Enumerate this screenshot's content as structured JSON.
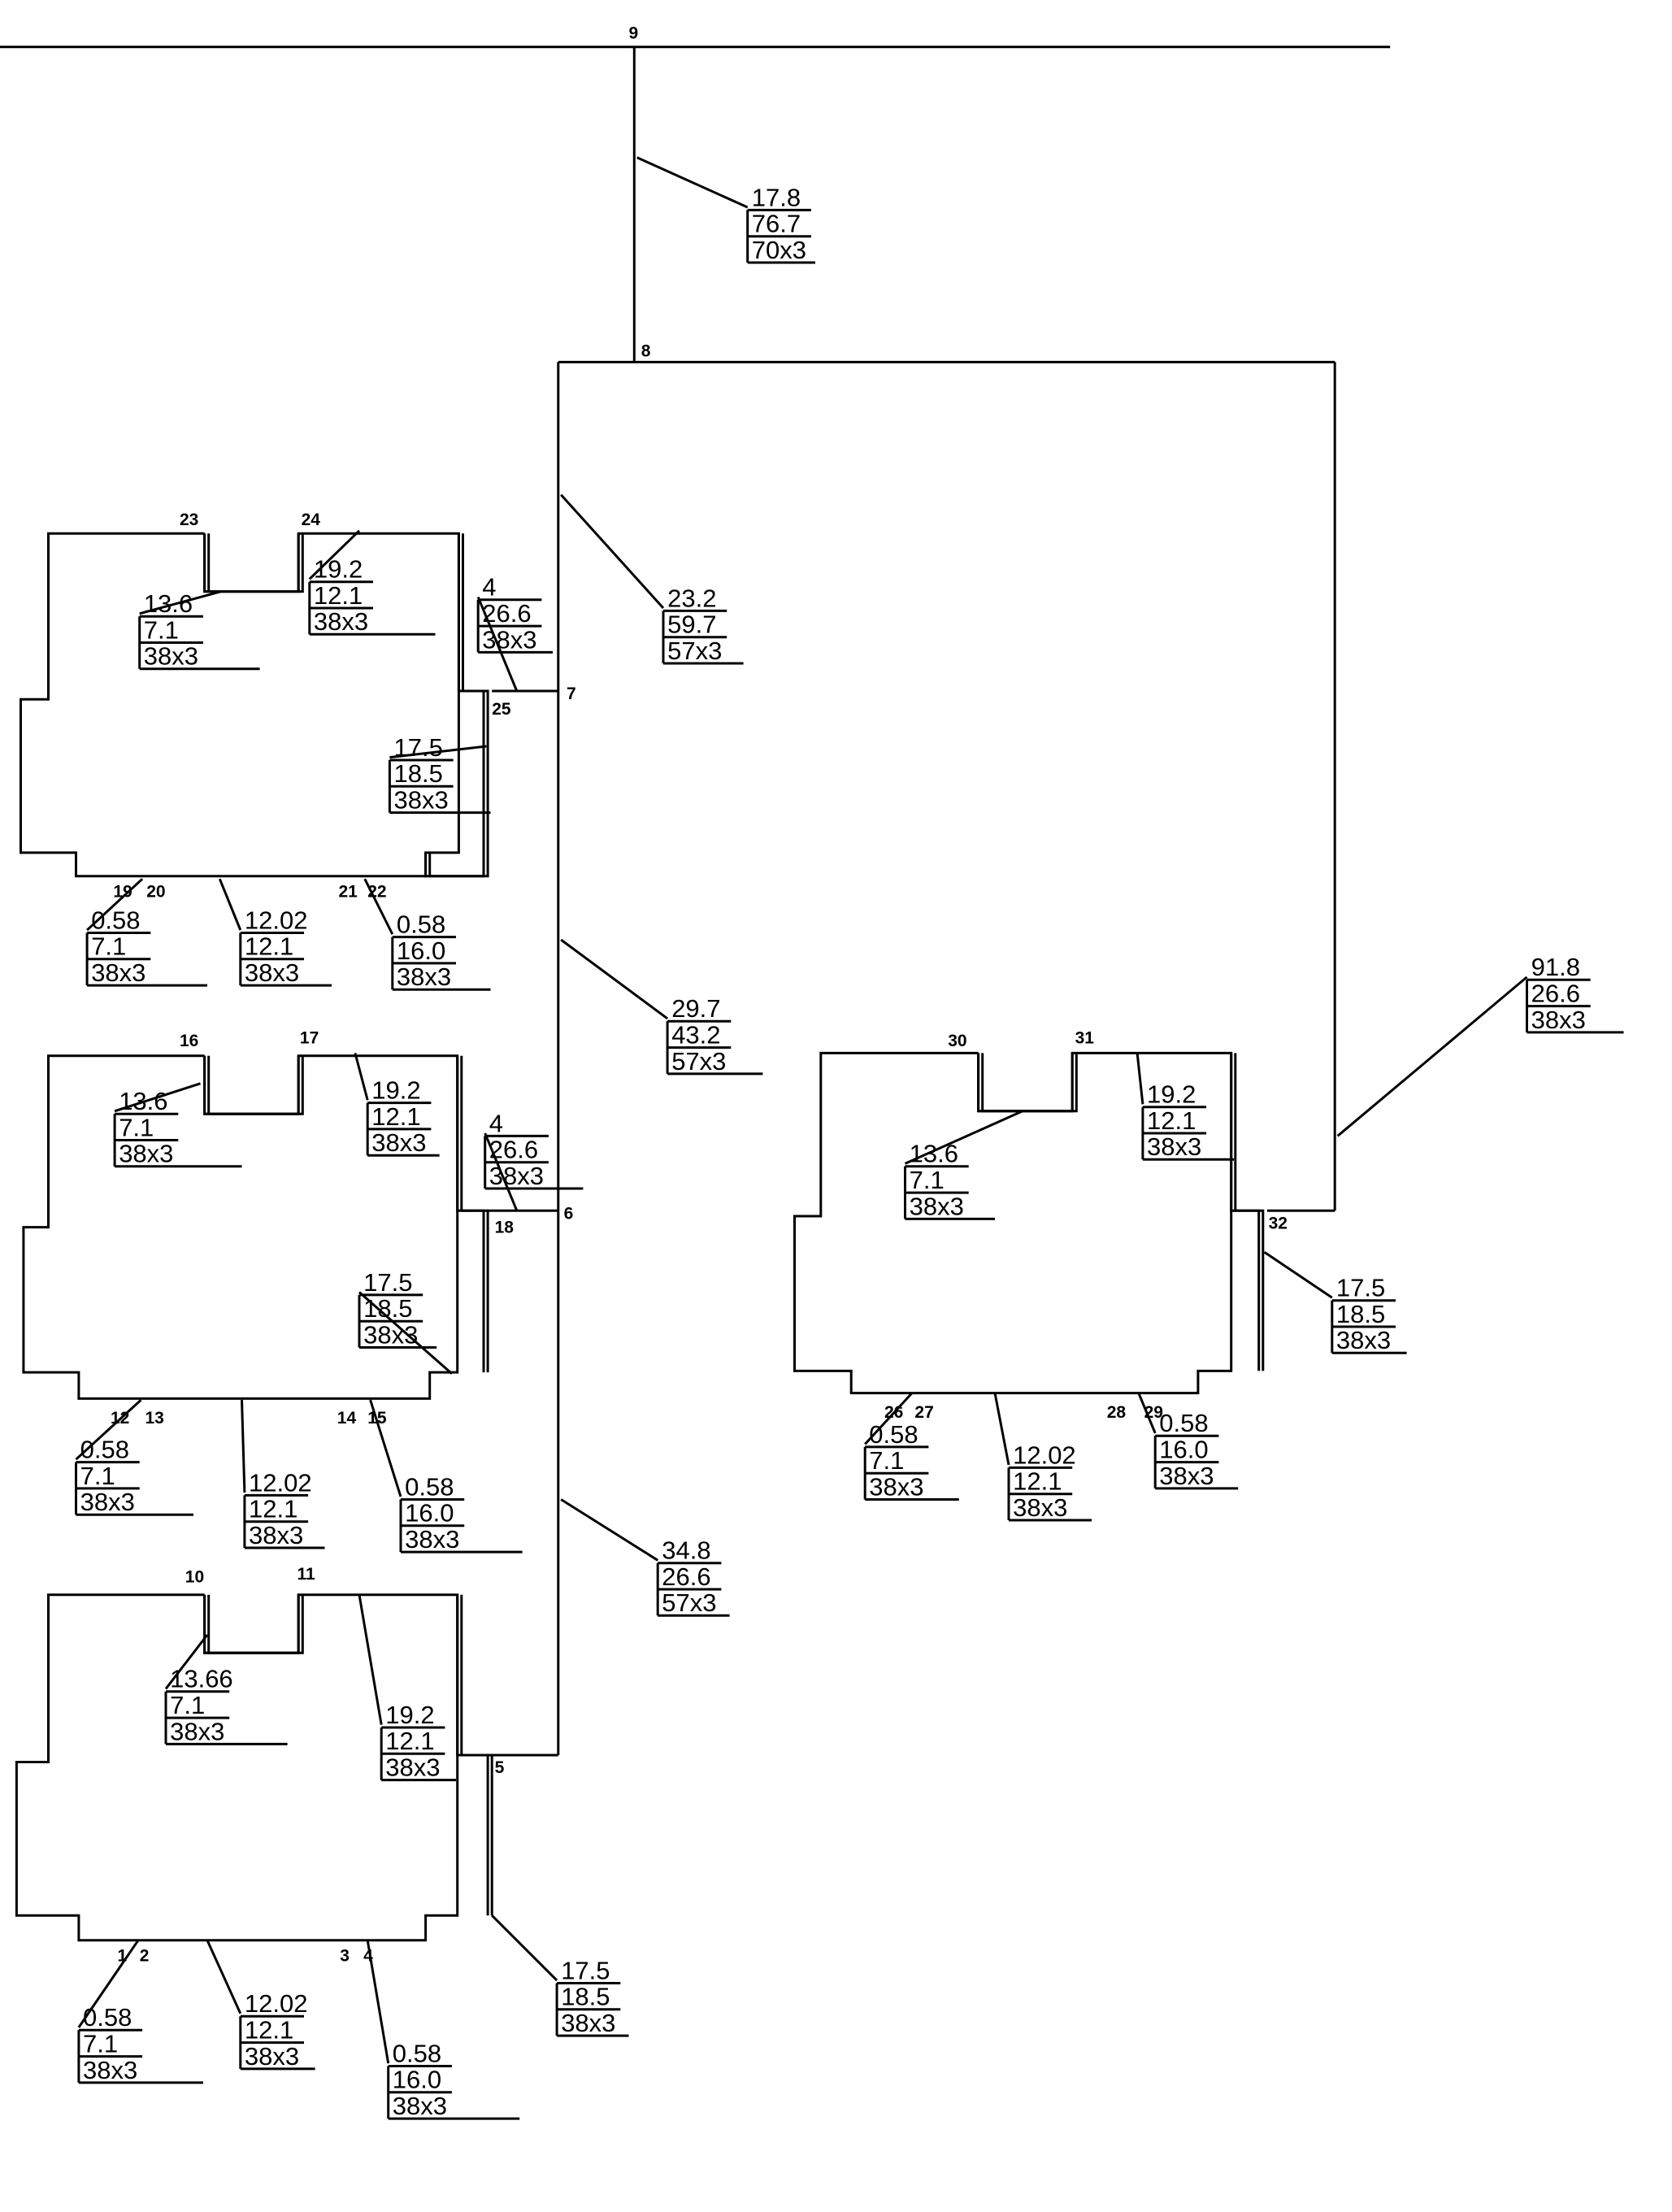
{
  "diagram": {
    "node_labels": [
      "1",
      "2",
      "3",
      "4",
      "5",
      "6",
      "7",
      "8",
      "9",
      "10",
      "11",
      "12",
      "13",
      "14",
      "15",
      "16",
      "17",
      "18",
      "19",
      "20",
      "21",
      "22",
      "23",
      "24",
      "25",
      "26",
      "27",
      "28",
      "29",
      "30",
      "31",
      "32"
    ],
    "labels": [
      {
        "id": "l-main-top",
        "lines": [
          "17.8",
          "76.7",
          "70x3"
        ]
      },
      {
        "id": "l-trunk-7",
        "lines": [
          "23.2",
          "59.7",
          "57x3"
        ]
      },
      {
        "id": "l-trunk-6",
        "lines": [
          "29.7",
          "43.2",
          "57x3"
        ]
      },
      {
        "id": "l-trunk-5",
        "lines": [
          "34.8",
          "26.6",
          "57x3"
        ]
      },
      {
        "id": "l-right-riser",
        "lines": [
          "91.8",
          "26.6",
          "38x3"
        ]
      },
      {
        "id": "l-u1-a",
        "lines": [
          "13.6",
          "7.1",
          "38x3"
        ]
      },
      {
        "id": "l-u1-b",
        "lines": [
          "19.2",
          "12.1",
          "38x3"
        ]
      },
      {
        "id": "l-u1-c",
        "lines": [
          "4",
          "26.6",
          "38x3"
        ]
      },
      {
        "id": "l-u1-d",
        "lines": [
          "17.5",
          "18.5",
          "38x3"
        ]
      },
      {
        "id": "l-u1-e",
        "lines": [
          "0.58",
          "7.1",
          "38x3"
        ]
      },
      {
        "id": "l-u1-f",
        "lines": [
          "12.02",
          "12.1",
          "38x3"
        ]
      },
      {
        "id": "l-u1-g",
        "lines": [
          "0.58",
          "16.0",
          "38x3"
        ]
      },
      {
        "id": "l-u2-a",
        "lines": [
          "13.6",
          "7.1",
          "38x3"
        ]
      },
      {
        "id": "l-u2-b",
        "lines": [
          "19.2",
          "12.1",
          "38x3"
        ]
      },
      {
        "id": "l-u2-c",
        "lines": [
          "4",
          "26.6",
          "38x3"
        ]
      },
      {
        "id": "l-u2-d",
        "lines": [
          "17.5",
          "18.5",
          "38x3"
        ]
      },
      {
        "id": "l-u2-e",
        "lines": [
          "0.58",
          "7.1",
          "38x3"
        ]
      },
      {
        "id": "l-u2-f",
        "lines": [
          "12.02",
          "12.1",
          "38x3"
        ]
      },
      {
        "id": "l-u2-g",
        "lines": [
          "0.58",
          "16.0",
          "38x3"
        ]
      },
      {
        "id": "l-u3-a",
        "lines": [
          "13.66",
          "7.1",
          "38x3"
        ]
      },
      {
        "id": "l-u3-b",
        "lines": [
          "19.2",
          "12.1",
          "38x3"
        ]
      },
      {
        "id": "l-u3-d",
        "lines": [
          "17.5",
          "18.5",
          "38x3"
        ]
      },
      {
        "id": "l-u3-e",
        "lines": [
          "0.58",
          "7.1",
          "38x3"
        ]
      },
      {
        "id": "l-u3-f",
        "lines": [
          "12.02",
          "12.1",
          "38x3"
        ]
      },
      {
        "id": "l-u3-g",
        "lines": [
          "0.58",
          "16.0",
          "38x3"
        ]
      },
      {
        "id": "l-u4-a",
        "lines": [
          "13.6",
          "7.1",
          "38x3"
        ]
      },
      {
        "id": "l-u4-b",
        "lines": [
          "19.2",
          "12.1",
          "38x3"
        ]
      },
      {
        "id": "l-u4-d",
        "lines": [
          "17.5",
          "18.5",
          "38x3"
        ]
      },
      {
        "id": "l-u4-e",
        "lines": [
          "0.58",
          "7.1",
          "38x3"
        ]
      },
      {
        "id": "l-u4-f",
        "lines": [
          "12.02",
          "12.1",
          "38x3"
        ]
      },
      {
        "id": "l-u4-g",
        "lines": [
          "0.58",
          "16.0",
          "38x3"
        ]
      }
    ]
  }
}
